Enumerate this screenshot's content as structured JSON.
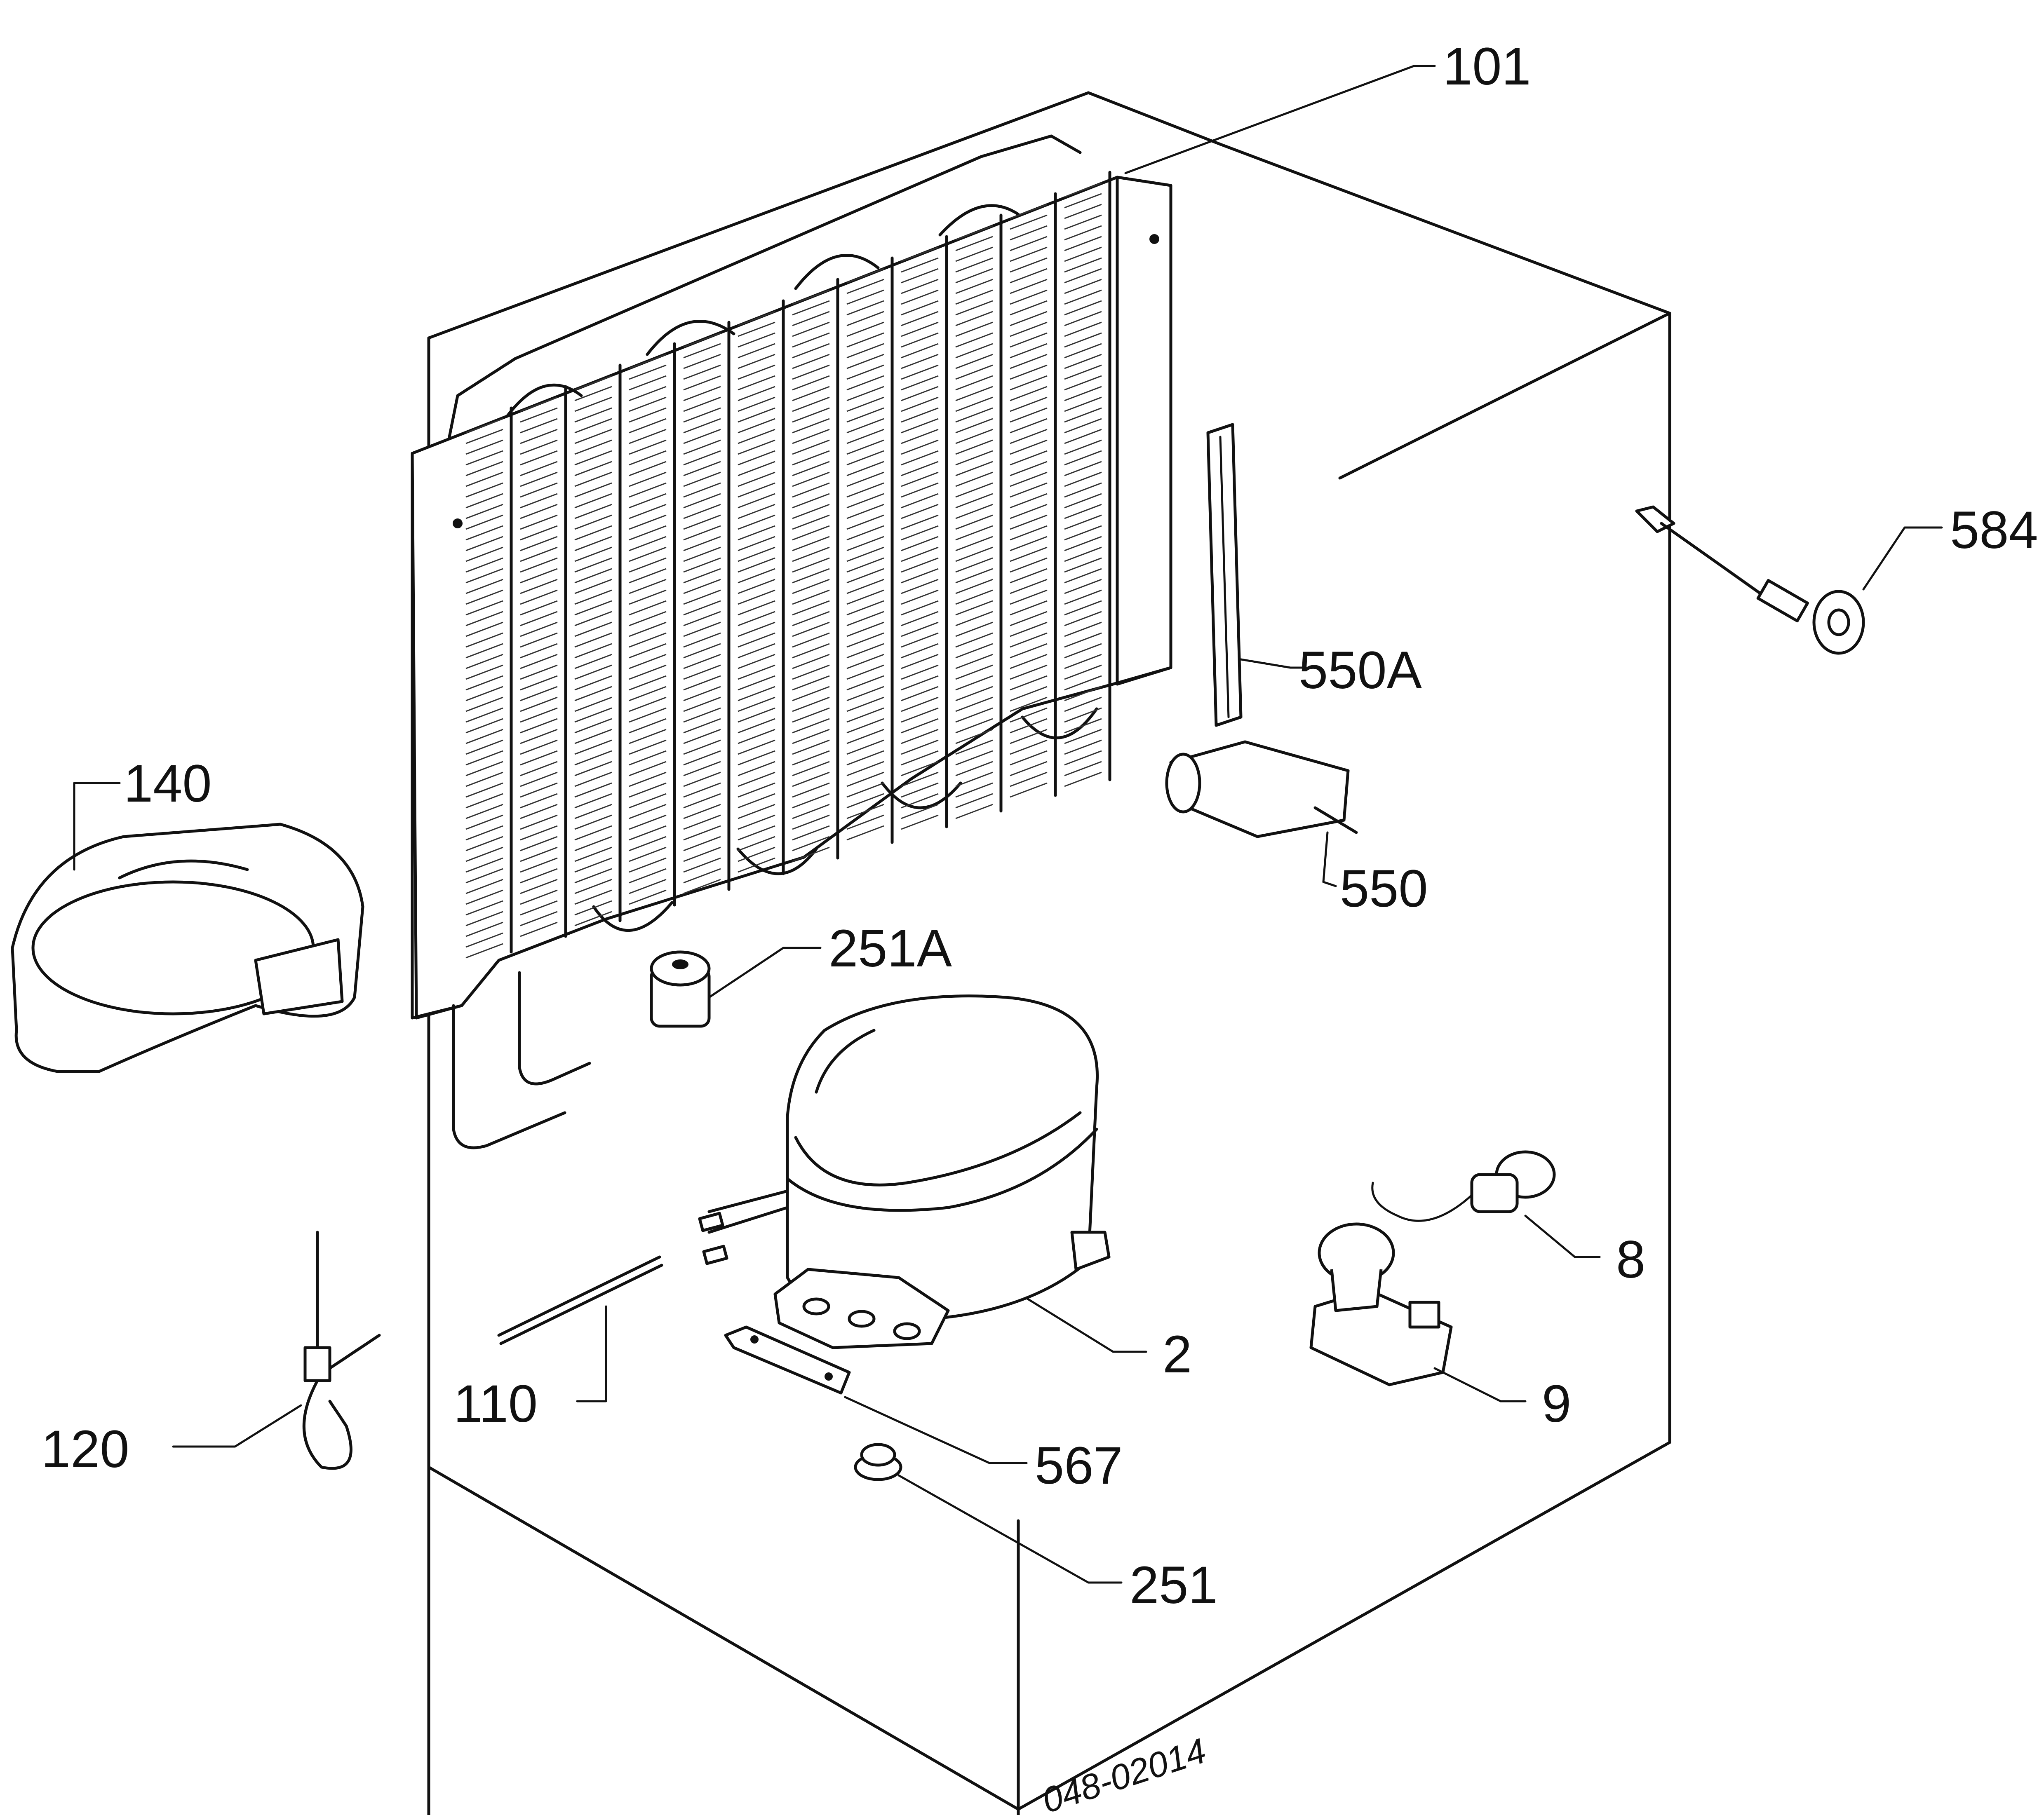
{
  "diagram": {
    "drawing_code": "048-02014",
    "labels": [
      {
        "id": "101",
        "text": "101"
      },
      {
        "id": "584",
        "text": "584"
      },
      {
        "id": "550A",
        "text": "550A"
      },
      {
        "id": "550",
        "text": "550"
      },
      {
        "id": "140",
        "text": "140"
      },
      {
        "id": "251A",
        "text": "251A"
      },
      {
        "id": "8",
        "text": "8"
      },
      {
        "id": "2",
        "text": "2"
      },
      {
        "id": "9",
        "text": "9"
      },
      {
        "id": "110",
        "text": "110"
      },
      {
        "id": "120",
        "text": "120"
      },
      {
        "id": "567",
        "text": "567"
      },
      {
        "id": "251",
        "text": "251"
      }
    ],
    "icons": [
      "condenser-icon",
      "drip-tray-icon",
      "compressor-icon",
      "relay-icon",
      "overload-protector-icon",
      "thermostat-probe-icon",
      "filter-drier-icon",
      "rubber-grommet-icon",
      "mounting-plate-icon",
      "process-tube-icon",
      "capillary-tube-icon",
      "filter-bracket-icon"
    ]
  }
}
